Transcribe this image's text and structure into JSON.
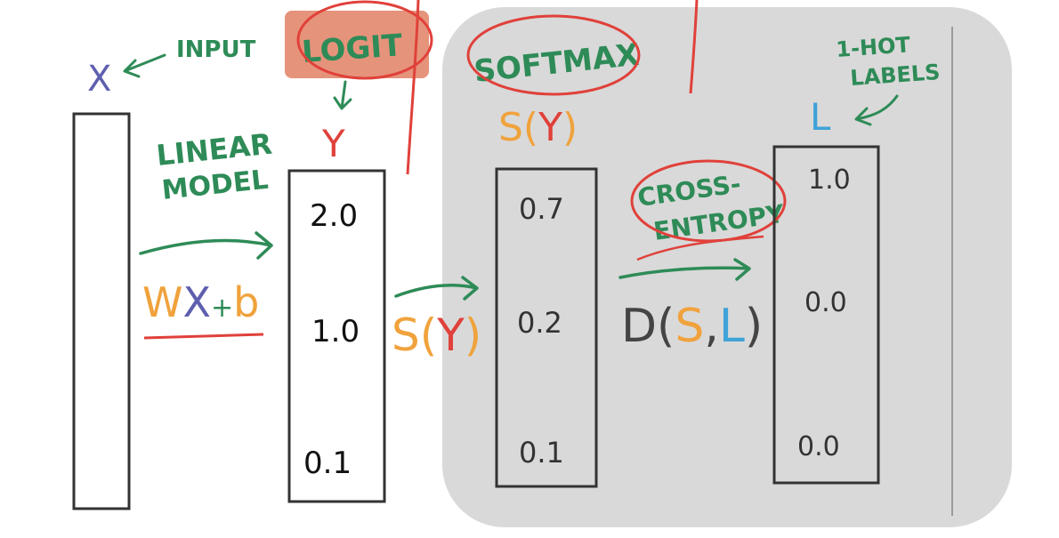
{
  "colors": {
    "green": "#2e8b57",
    "purple": "#5f5fb0",
    "red": "#e0413a",
    "orange": "#f0a23c",
    "blue": "#3fa2d8",
    "panel": "#d9d9d9",
    "logit_highlight": "#e6937b",
    "ink": "#222222"
  },
  "labels": {
    "x": "X",
    "input": "INPUT",
    "logit": "LOGIT",
    "y": "Y",
    "softmax": "SOFTMAX",
    "onehot_line1": "1-HOT",
    "onehot_line2": "LABELS",
    "l": "L",
    "linear_line1": "LINEAR",
    "linear_line2": "MODEL",
    "cross_line1": "CROSS-",
    "cross_line2": "ENTROPY"
  },
  "formulas": {
    "wx_w": "W",
    "wx_x": "X",
    "wx_plus": "+",
    "wx_b": "b",
    "sy_top_s": "S(",
    "sy_top_y": "Y",
    "sy_top_close": ")",
    "sy_mid_s": "S(",
    "sy_mid_y": "Y",
    "sy_mid_close": ")",
    "d_open": "D(",
    "d_s": "S",
    "d_comma": ",",
    "d_l": "L",
    "d_close": ")"
  },
  "logits": [
    "2.0",
    "1.0",
    "0.1"
  ],
  "softmax_values": [
    "0.7",
    "0.2",
    "0.1"
  ],
  "labels_values": [
    "1.0",
    "0.0",
    "0.0"
  ]
}
